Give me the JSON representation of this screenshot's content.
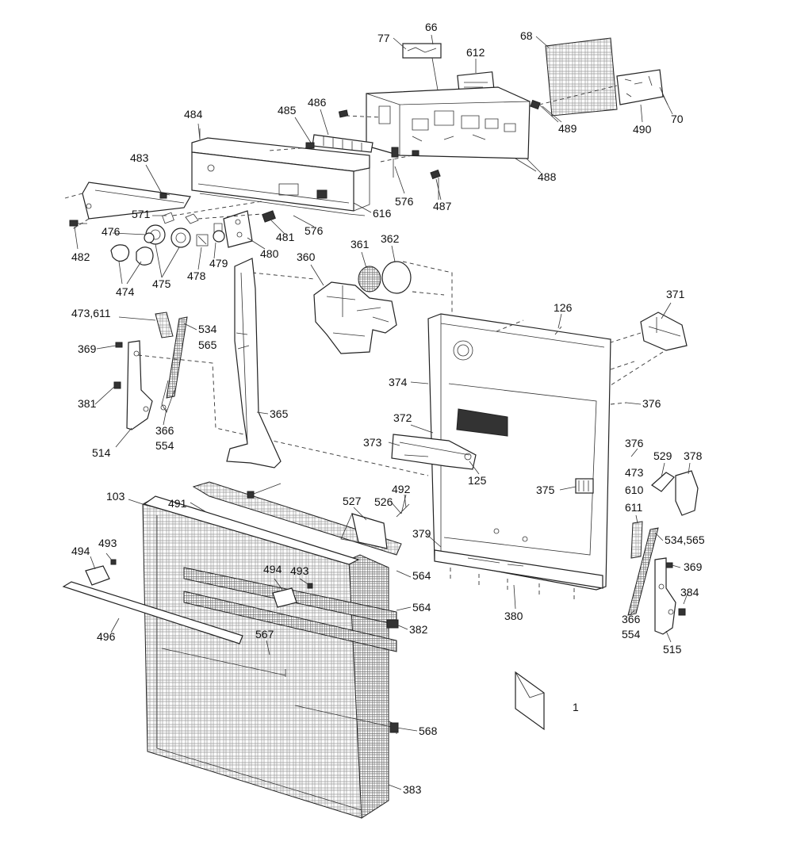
{
  "diagram": {
    "page_number": "1",
    "labels": {
      "p66": "66",
      "p77": "77",
      "p612": "612",
      "p68": "68",
      "p70": "70",
      "p490": "490",
      "p489": "489",
      "p488": "488",
      "p484": "484",
      "p485": "485",
      "p486": "486",
      "p483": "483",
      "p576a": "576",
      "p576b": "576",
      "p487": "487",
      "p616": "616",
      "p571": "571",
      "p481": "481",
      "p476": "476",
      "p482": "482",
      "p480": "480",
      "p479": "479",
      "p478": "478",
      "p474": "474",
      "p475": "475",
      "p360": "360",
      "p361": "361",
      "p362": "362",
      "p126": "126",
      "p371": "371",
      "p473_611": "473,611",
      "p534a": "534",
      "p565a": "565",
      "p369a": "369",
      "p381": "381",
      "p366a": "366",
      "p554a": "554",
      "p514": "514",
      "p365": "365",
      "p374": "374",
      "p376a": "376",
      "p372": "372",
      "p373": "373",
      "p125": "125",
      "p376b": "376",
      "p473": "473",
      "p610": "610",
      "p529": "529",
      "p378": "378",
      "p375": "375",
      "p611": "611",
      "p534_565": "534,565",
      "p369b": "369",
      "p384": "384",
      "p366b": "366",
      "p554b": "554",
      "p515": "515",
      "p379": "379",
      "p380": "380",
      "p103": "103",
      "p491": "491",
      "p527": "527",
      "p526": "526",
      "p492": "492",
      "p494a": "494",
      "p493a": "493",
      "p494b": "494",
      "p493b": "493",
      "p564a": "564",
      "p564b": "564",
      "p382": "382",
      "p496": "496",
      "p567": "567",
      "p568": "568",
      "p383": "383"
    }
  }
}
